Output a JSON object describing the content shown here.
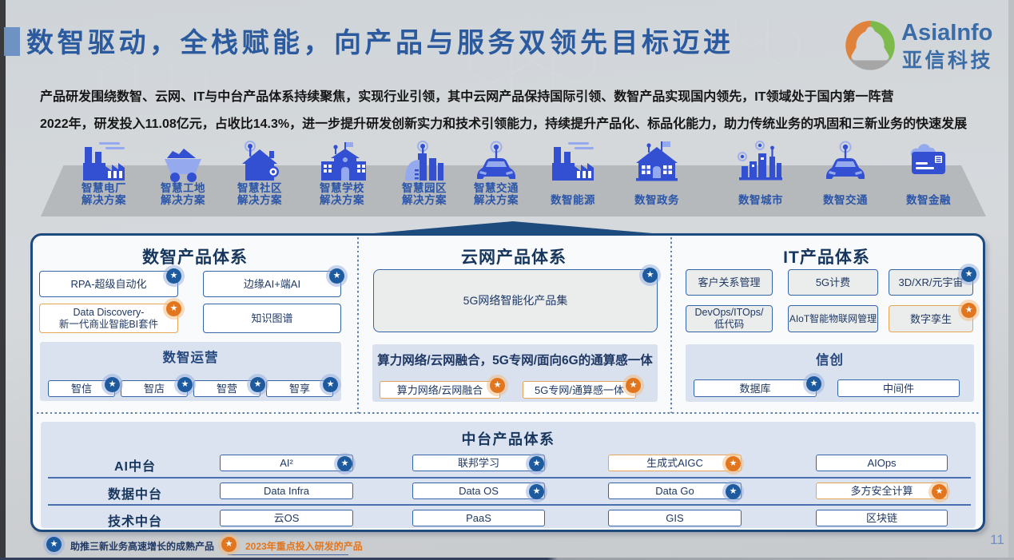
{
  "slide": {
    "title": "数智驱动，全栈赋能，向产品与服务双领先目标迈进",
    "page_number": "11"
  },
  "logo": {
    "brand": "AsiaInfo",
    "brand_cn": "亚信科技"
  },
  "intro": {
    "line1": "产品研发围绕数智、云网、IT与中台产品体系持续聚焦，实现行业引领，其中云网产品保持国际引领、数智产品实现国内领先，IT领域处于国内第一阵营",
    "line2": "2022年，研发投入11.08亿元，占收比14.3%，进一步提升研发创新实力和技术引领能力，持续提升产品化、标品化能力，助力传统业务的巩固和三新业务的快速发展"
  },
  "band": {
    "items": [
      {
        "icon": "factory-icon",
        "lines": [
          "智慧电厂",
          "解决方案"
        ]
      },
      {
        "icon": "mine-cart-icon",
        "lines": [
          "智慧工地",
          "解决方案"
        ]
      },
      {
        "icon": "house-icon",
        "lines": [
          "智慧社区",
          "解决方案"
        ]
      },
      {
        "icon": "school-icon",
        "lines": [
          "智慧学校",
          "解决方案"
        ]
      },
      {
        "icon": "campus-icon",
        "lines": [
          "智慧园区",
          "解决方案"
        ]
      },
      {
        "icon": "car-icon",
        "lines": [
          "智慧交通",
          "解决方案"
        ]
      },
      {
        "icon": "factory-icon",
        "lines": [
          "数智能源"
        ]
      },
      {
        "icon": "government-icon",
        "lines": [
          "数智政务"
        ]
      },
      {
        "icon": "city-icon",
        "lines": [
          "数智城市"
        ]
      },
      {
        "icon": "car-icon",
        "lines": [
          "数智交通"
        ]
      },
      {
        "icon": "credit-card-icon",
        "lines": [
          "数智金融"
        ]
      }
    ]
  },
  "digital": {
    "title": "数智产品体系",
    "boxes": [
      {
        "label": "RPA-超级自动化",
        "star": "blue"
      },
      {
        "label": "边缘AI+端AI",
        "star": "blue"
      },
      {
        "line1": "Data Discovery-",
        "line2": "新一代商业智能BI套件",
        "star": "orange"
      },
      {
        "label": "知识图谱",
        "star": "none"
      }
    ],
    "subpanel": {
      "title": "数智运营",
      "items": [
        {
          "label": "智信",
          "star": "blue"
        },
        {
          "label": "智店",
          "star": "blue"
        },
        {
          "label": "智营",
          "star": "blue"
        },
        {
          "label": "智享",
          "star": "blue"
        }
      ]
    }
  },
  "cloud": {
    "title": "云网产品体系",
    "main_box": {
      "label": "5G网络智能化产品集",
      "star": "blue"
    },
    "subpanel": {
      "title": "算力网络/云网融合，5G专网/面向6G的通算感一体",
      "items": [
        {
          "label": "算力网络/云网融合",
          "star": "orange"
        },
        {
          "label": "5G专网/通算感一体",
          "star": "orange"
        }
      ]
    }
  },
  "it": {
    "title": "IT产品体系",
    "row1": [
      {
        "label": "客户关系管理",
        "star": "none"
      },
      {
        "label": "5G计费",
        "star": "none"
      },
      {
        "label": "3D/XR/元宇宙",
        "star": "blue"
      }
    ],
    "row2": [
      {
        "line1": "DevOps/ITOps/",
        "line2": "低代码",
        "star": "none"
      },
      {
        "label": "AIoT智能物联网管理",
        "star": "none"
      },
      {
        "label": "数字孪生",
        "star": "orange"
      }
    ],
    "subpanel": {
      "title": "信创",
      "items": [
        {
          "label": "数据库",
          "star": "blue"
        },
        {
          "label": "中间件",
          "star": "none"
        }
      ]
    }
  },
  "middle_platform": {
    "title": "中台产品体系",
    "rows": [
      {
        "label": "AI中台",
        "boxes": [
          {
            "label": "AI²",
            "star": "blue"
          },
          {
            "label": "联邦学习",
            "star": "blue"
          },
          {
            "label": "生成式AIGC",
            "star": "orange"
          },
          {
            "label": "AIOps",
            "star": "none"
          }
        ]
      },
      {
        "label": "数据中台",
        "boxes": [
          {
            "label": "Data Infra",
            "star": "none"
          },
          {
            "label": "Data OS",
            "star": "blue"
          },
          {
            "label": "Data Go",
            "star": "blue"
          },
          {
            "label": "多方安全计算",
            "star": "orange"
          }
        ]
      },
      {
        "label": "技术中台",
        "boxes": [
          {
            "label": "云OS",
            "star": "none"
          },
          {
            "label": "PaaS",
            "star": "none"
          },
          {
            "label": "GIS",
            "star": "none"
          },
          {
            "label": "区块链",
            "star": "none"
          }
        ]
      }
    ]
  },
  "legend": {
    "blue": {
      "icon": "blue-star-badge",
      "text": "助推三新业务高速增长的成熟产品"
    },
    "orange": {
      "icon": "orange-star-badge",
      "text": "2023年重点投入研发的产品"
    }
  },
  "glyphs": {
    "star": "★"
  },
  "colors": {
    "title_blue": "#2b5b9e",
    "panel_border": "#1e4b7d",
    "box_border_blue": "#3565a8",
    "box_border_orange": "#e8a455",
    "badge_blue": "#1d5a9e",
    "badge_orange": "#e2761f",
    "icon_blue": "#3450d2",
    "icon_light_blue": "#94a9ee",
    "band_label_blue": "#2b55a8",
    "logo_orange": "#e78a3e",
    "logo_green": "#76b84a",
    "logo_gray": "#a6a6a6"
  }
}
